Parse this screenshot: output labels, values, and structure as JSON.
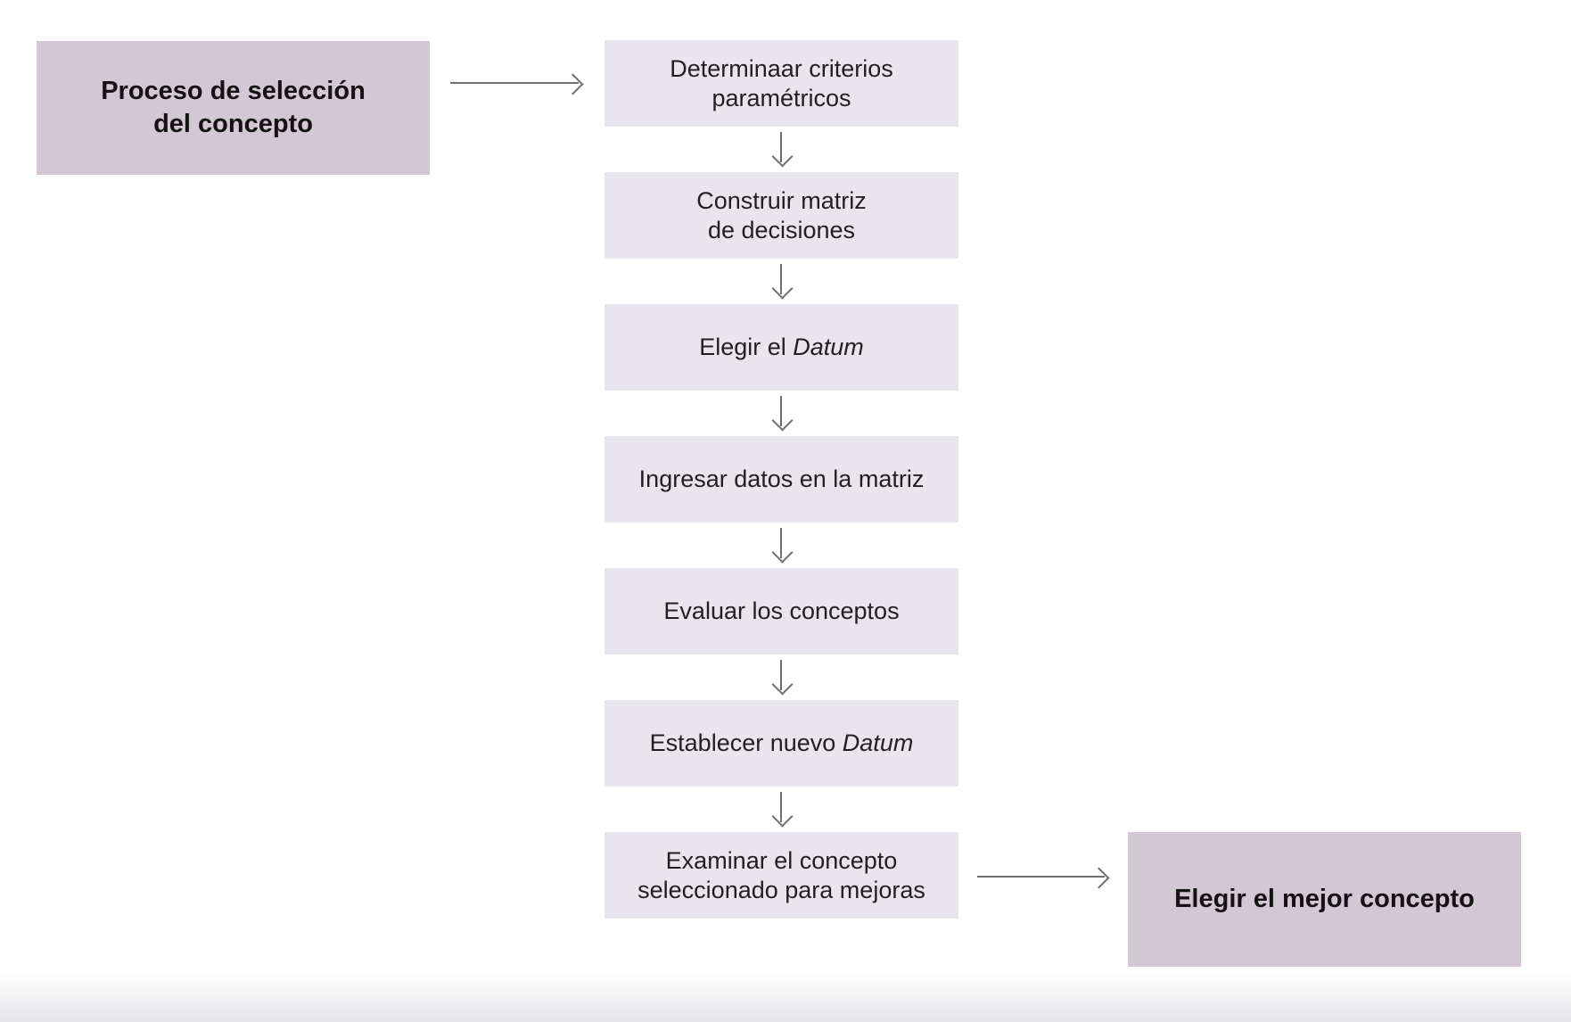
{
  "colors": {
    "accent_box": "#d2c7d3",
    "step_box": "#e9e5ec",
    "arrow_color": "#6d6e71",
    "text_color": "#231f20"
  },
  "start_node": {
    "label": "Proceso de selección\ndel concepto"
  },
  "end_node": {
    "label": "Elegir el mejor concepto"
  },
  "steps": [
    {
      "lines": [
        [
          {
            "t": "Determinaar criterios"
          }
        ],
        [
          {
            "t": "paramétricos"
          }
        ]
      ]
    },
    {
      "lines": [
        [
          {
            "t": "Construir matriz"
          }
        ],
        [
          {
            "t": "de decisiones"
          }
        ]
      ]
    },
    {
      "lines": [
        [
          {
            "t": "Elegir el "
          },
          {
            "t": "Datum",
            "i": true
          }
        ]
      ]
    },
    {
      "lines": [
        [
          {
            "t": "Ingresar datos en la matriz"
          }
        ]
      ]
    },
    {
      "lines": [
        [
          {
            "t": "Evaluar los conceptos"
          }
        ]
      ]
    },
    {
      "lines": [
        [
          {
            "t": "Establecer nuevo "
          },
          {
            "t": "Datum",
            "i": true
          }
        ]
      ]
    },
    {
      "lines": [
        [
          {
            "t": "Examinar el concepto"
          }
        ],
        [
          {
            "t": "seleccionado para mejoras"
          }
        ]
      ]
    }
  ]
}
